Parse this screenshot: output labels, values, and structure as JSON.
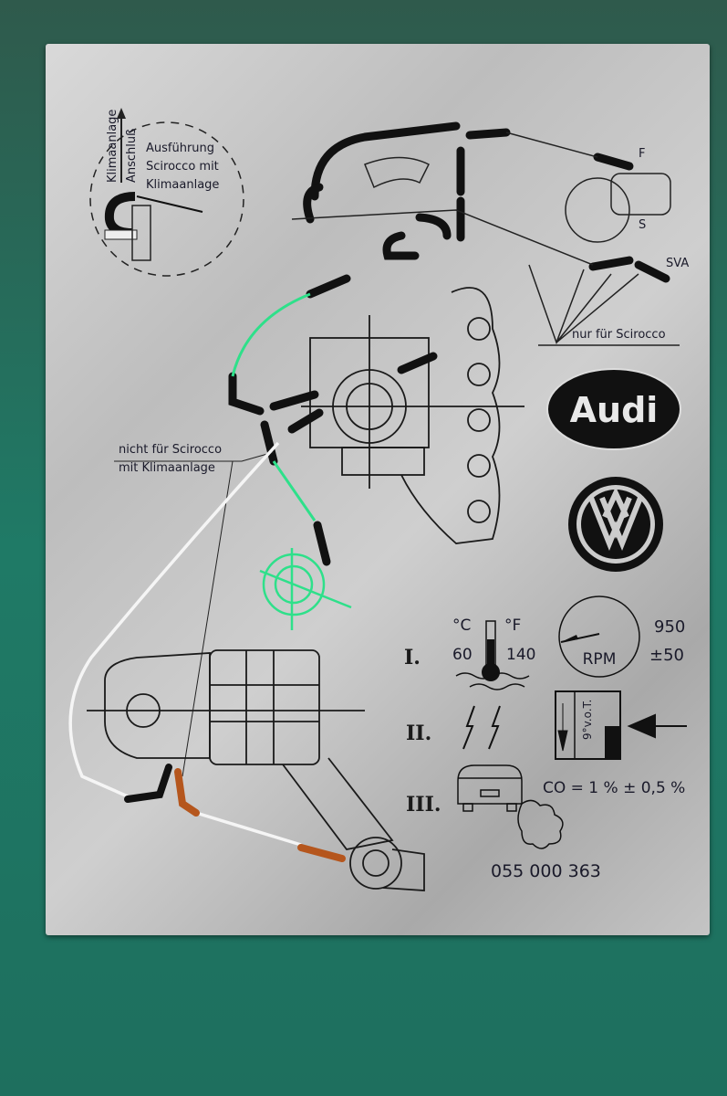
{
  "inset": {
    "vertical_1": "Klimaanlage",
    "vertical_2": "Anschluß",
    "line1": "Ausführung",
    "line2": "Scirocco mit",
    "line3": "Klimaanlage"
  },
  "labels": {
    "f": "F",
    "s": "S",
    "sva": "SVA",
    "nur_scirocco": "nur für Scirocco",
    "nicht_line1": "nicht für Scirocco",
    "nicht_line2": "mit Klimaanlage"
  },
  "logos": {
    "audi": "Audi",
    "vw": "VW"
  },
  "steps": {
    "step1": {
      "numeral": "I.",
      "celsius": "°C",
      "fahrenheit": "°F",
      "c_value": "60",
      "f_value": "140",
      "rpm_label": "RPM",
      "rpm_value": "950",
      "rpm_tol": "±50"
    },
    "step2": {
      "numeral": "II.",
      "timing": "9°v.o.T."
    },
    "step3": {
      "numeral": "III.",
      "co": "CO = 1 % ± 0,5 %"
    }
  },
  "part_number": "055 000 363",
  "colors": {
    "hose": "#111111",
    "green": "#2ee08a",
    "orange": "#b5561d",
    "white": "#f5f5f5"
  }
}
